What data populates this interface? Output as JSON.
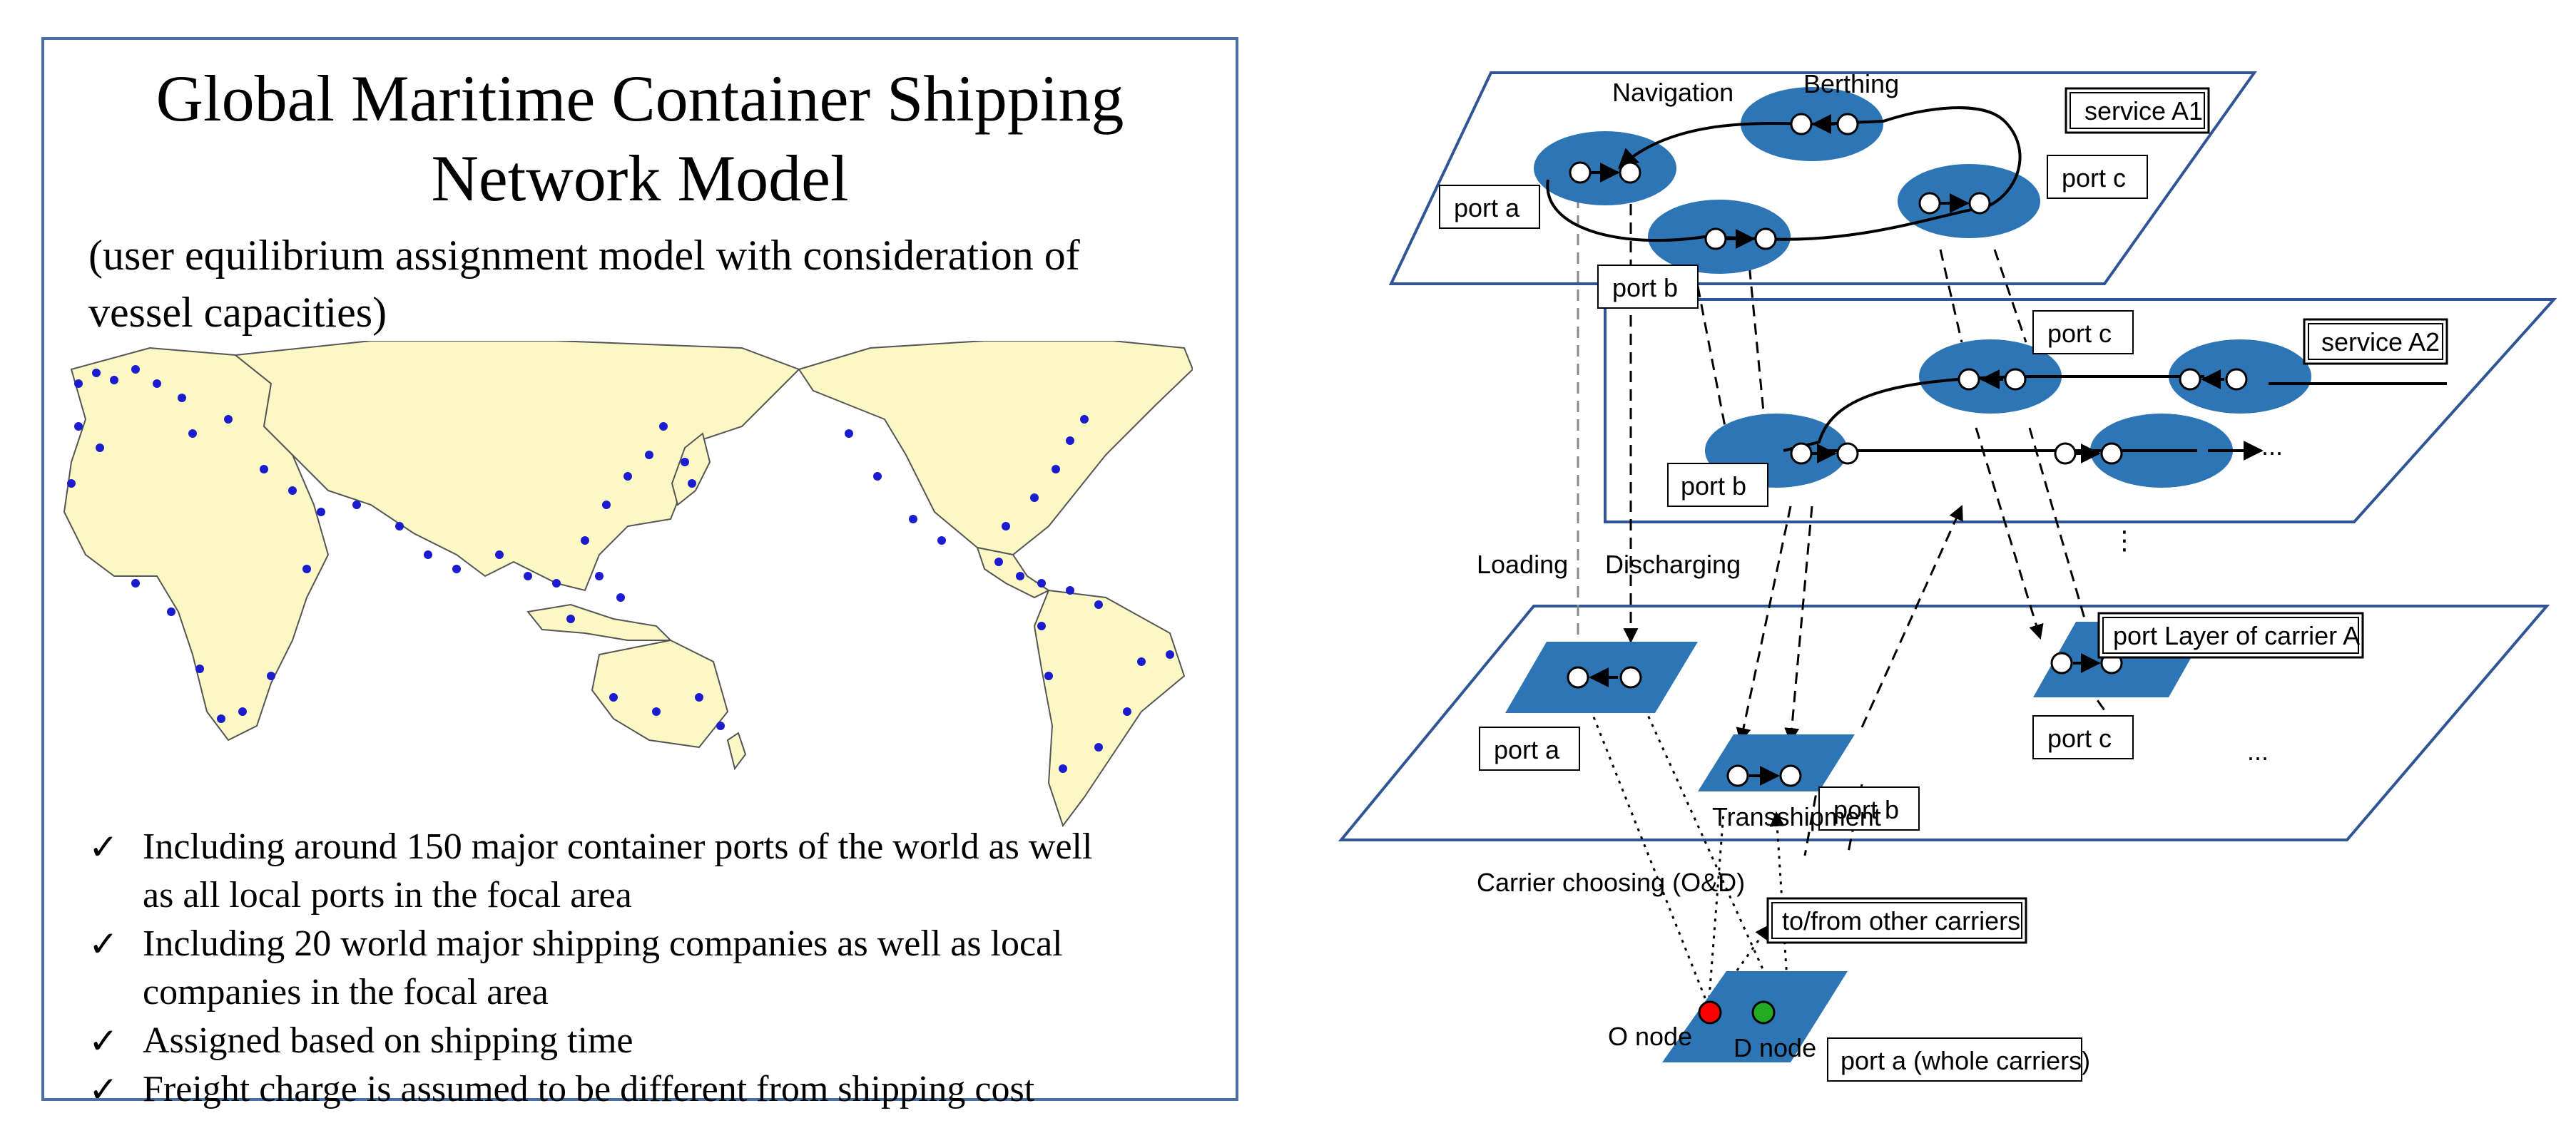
{
  "left_panel": {
    "title_line1": "Global Maritime Container Shipping",
    "title_line2": "Network Model",
    "subtitle_line1": "(user equilibrium assignment model with consideration of",
    "subtitle_line2": "vessel capacities)",
    "map_colors": {
      "ocean": "#ffffff",
      "land": "#fbf8c6",
      "border": "#555555",
      "port": "#1c1ccf"
    },
    "bullets": [
      {
        "check": "✓",
        "line1": "Including around 150 major container ports of the world as well",
        "line2": "as all local ports in the focal area"
      },
      {
        "check": "✓",
        "line1": "Including 20 world major shipping companies as well as local",
        "line2": "companies in the focal area"
      },
      {
        "check": "✓",
        "line1": "Assigned based on shipping time",
        "line2": ""
      },
      {
        "check": "✓",
        "line1": "Freight charge is assumed to be different from shipping cost",
        "line2": ""
      }
    ]
  },
  "diagram": {
    "colors": {
      "node_fill": "#2e75b6",
      "plane_border": "#2f5597",
      "origin": "#ff0000",
      "destination": "#22aa22"
    },
    "labels": {
      "navigation": "Navigation",
      "berthing": "Berthing",
      "service_a1": "service A1",
      "service_a2": "service A2",
      "port_a": "port a",
      "port_b": "port b",
      "port_c": "port c",
      "loading": "Loading",
      "discharging": "Discharging",
      "port_layer": "port Layer of carrier A",
      "transshipment": "Transshipment",
      "carrier_choosing": "Carrier choosing (O&D)",
      "to_from_other": "to/from other carriers",
      "o_node": "O node",
      "d_node": "D node",
      "whole_carriers": "port a (whole carriers)",
      "ellipsis": "...",
      "vdots": "⋮"
    }
  }
}
